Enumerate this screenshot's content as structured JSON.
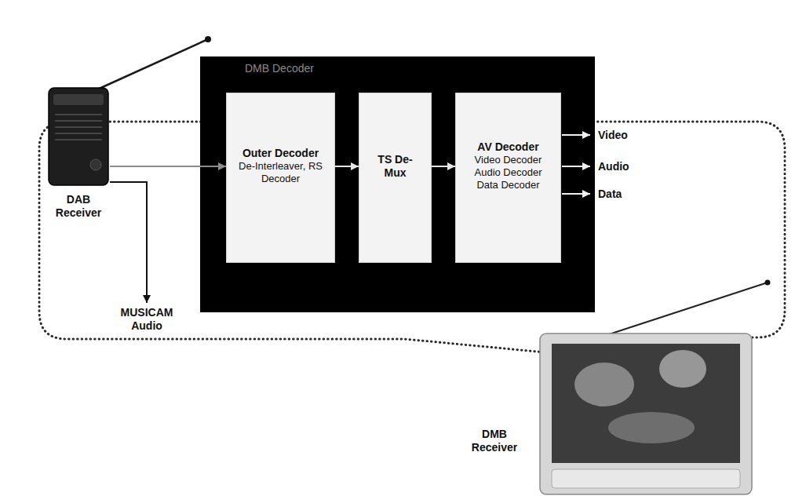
{
  "diagram": {
    "nodes": [
      {
        "text": [
          "DAB Receiver"
        ]
      },
      {
        "text": [
          "DMB Decoder"
        ]
      },
      {
        "text": [
          "Outer Decoder",
          "De-Interleaver, RS Decoder"
        ],
        "in": 1
      },
      {
        "text": [
          "TS De-Mux"
        ],
        "in": 1
      },
      {
        "text": [
          "AV Decoder",
          "Video Decoder Audio Decoder Data Decoder"
        ],
        "in": 1
      }
    ],
    "edges": [
      {
        "from": 0,
        "to": 2,
        "arrow": "to"
      },
      {
        "from": 2,
        "to": 3,
        "arrow": "to"
      },
      {
        "from": 3,
        "to": 4,
        "arrow": "to"
      }
    ],
    "labels": [
      "Video",
      "Audio",
      "Data",
      "MUSICAM Audio",
      "DMB Receiver"
    ]
  }
}
